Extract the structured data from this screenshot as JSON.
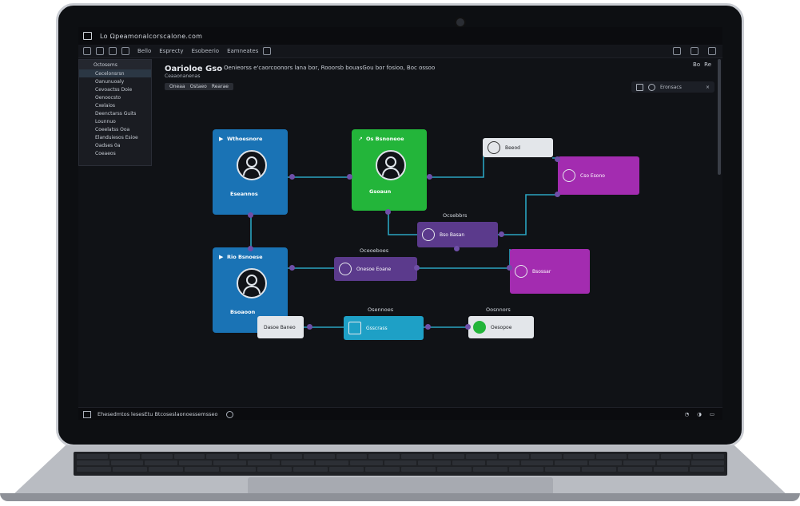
{
  "window": {
    "title": "Lo Ωpeamonalcorscalone.com"
  },
  "toolbar": {
    "menus": [
      "Bello",
      "Esprecty",
      "Esobeerio",
      "Eamneates"
    ]
  },
  "sidebar": {
    "header": "Octosems",
    "items": [
      {
        "label": "Cecelonsrsn"
      },
      {
        "label": "Oanunuoaly"
      },
      {
        "label": "Cevoactss Doie"
      },
      {
        "label": "Oenoocsto"
      },
      {
        "label": "Cxelaios"
      },
      {
        "label": "Deenctarss Guits"
      },
      {
        "label": "Lounnuo"
      },
      {
        "label": "Coeelatss Ooa"
      },
      {
        "label": "Elanduiesos Esioe"
      },
      {
        "label": "Oadses 0a"
      },
      {
        "label": "Coeaeos"
      }
    ]
  },
  "page": {
    "heading": "Oarioloe Gso",
    "subheading": "Ceaaonanenas",
    "description": "Oenieorss e'caorcoonors lana bor, Rooorsb bouasGou bor fosioo, Boc ossoo",
    "breadcrumb": [
      "Oneaa",
      "Ostaeo",
      "Rearae"
    ],
    "panel_label": "Eronsacs",
    "top_right": [
      "Bo",
      "Re"
    ]
  },
  "nodes": {
    "n1": {
      "title": "Wthoesnore",
      "subtitle": "Eseannos"
    },
    "n2": {
      "title": "Os Bsnoneoe",
      "subtitle": "Gsoaun"
    },
    "n3": {
      "title": "Rio Bsnoese",
      "subtitle": "Bsoaoon"
    }
  },
  "chips": {
    "c1": {
      "text": "Beeod"
    },
    "c2": {
      "text": "Cso Esono"
    },
    "c3": {
      "text": "Bso Basan"
    },
    "c4": {
      "text": "Onesoe Eoane"
    },
    "c5": {
      "text": "Bsossar"
    },
    "c6": {
      "text": "Dasoe Baneo"
    },
    "c7": {
      "text": "Gsscrass"
    },
    "c8": {
      "text": "Oesopoe"
    }
  },
  "labels": {
    "l1": "Ocsebbrs",
    "l2": "Oceoeboes",
    "l3": "Osennoes",
    "l4": "Oosnnors"
  },
  "statusbar": {
    "text": "Ehesedmtos lesesEtu Btcoseslaonoessemsseo"
  },
  "colors": {
    "blue": "#1a73b5",
    "green": "#23b53a",
    "purple": "#5b3a8c",
    "magenta": "#a32cb0",
    "teal": "#1ea0c6",
    "white_chip": "#e3e6ea",
    "connector": "#2aa3c1"
  }
}
